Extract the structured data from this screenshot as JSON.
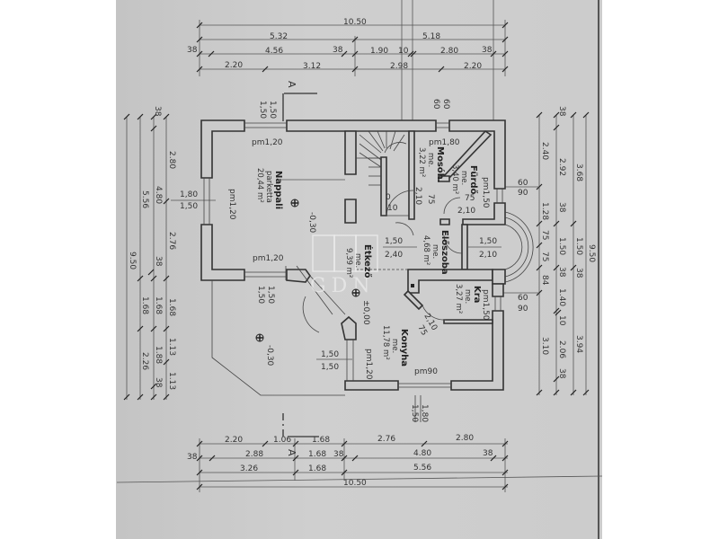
{
  "plan": {
    "section_marker": "A",
    "top_dimensions": {
      "overall": "10.50",
      "row2": [
        "5.32",
        "5.18"
      ],
      "row3": [
        "38",
        "4.56",
        "38",
        "1.90",
        "10",
        "2.80",
        "38"
      ],
      "row4": [
        "2.20",
        "3.12",
        "2.98",
        "2.20"
      ]
    },
    "bottom_dimensions": {
      "row1": [
        "2.20",
        "1.06",
        "1.68",
        "2.76",
        "2.80"
      ],
      "row2": [
        "38",
        "2.88",
        "1.68",
        "38",
        "4.80",
        "38"
      ],
      "row3": [
        "3.26",
        "1.68",
        "5.56"
      ],
      "overall": "10.50"
    },
    "left_dimensions": {
      "overall": "9.50",
      "col2": [
        "5.56",
        "1.68",
        "2.26"
      ],
      "col3": [
        "38",
        "4.80",
        "38",
        "1.68",
        "1.88",
        "38"
      ],
      "col4": [
        "2.80",
        "2.76",
        "1.68",
        "1.13",
        "1.13"
      ]
    },
    "right_dimensions": {
      "overall": "9.50",
      "col_outer": [
        "3.68",
        "1.50",
        "38",
        "3.94"
      ],
      "col_mid": [
        "38",
        "2.92",
        "38",
        "1.50",
        "38",
        "1.40",
        "10",
        "2.06",
        "38"
      ],
      "col_inner": [
        "2.40",
        "1.28",
        "75",
        "75",
        "84",
        "3.10"
      ]
    },
    "window_labels": {
      "top_left": [
        "1,50",
        "1,50"
      ],
      "top_right": [
        "60",
        "60"
      ],
      "left": [
        "1,80",
        "1,50"
      ],
      "right_upper": [
        "60",
        "90"
      ],
      "right_lower": [
        "60",
        "90"
      ],
      "bottom_left": [
        "1,50",
        "1,50"
      ],
      "bottom_center": [
        "1,80",
        "1,50"
      ],
      "etkezo_door": [
        "1,50",
        "2,40"
      ],
      "eloszoba_door": [
        "1,50",
        "2,10"
      ],
      "konyha_window": [
        "1,50",
        "1,50"
      ],
      "stair_door": [
        "0",
        "10"
      ]
    },
    "rooms": [
      {
        "name": "Nappali",
        "floor": "parketta",
        "area": "20,44 m²",
        "parapets": [
          "pm1,20",
          "pm1,20",
          "pm1,20"
        ]
      },
      {
        "name": "Mosóh.",
        "floor": "me.",
        "area": "3,22 m²",
        "parapet": "pm1,80",
        "door": "2,10"
      },
      {
        "name": "Fürdő",
        "floor": "me.",
        "area": "3,40 m²",
        "parapet": "pm1,50",
        "door": [
          "75",
          "2,10"
        ]
      },
      {
        "name": "Előszoba",
        "floor": "me.",
        "area": "4,68 m²"
      },
      {
        "name": "Étkező",
        "floor": "me.",
        "area": "9,39 m²",
        "level": "±0,00"
      },
      {
        "name": "Kra",
        "floor": "me.",
        "area": "3,27 m²",
        "parapet": "pm1,50"
      },
      {
        "name": "Konyha",
        "floor": "me.",
        "area": "11,78 m²",
        "parapets": [
          "pm1,20",
          "pm90"
        ],
        "door": [
          "2,10",
          "75"
        ]
      }
    ],
    "levels": [
      "-0,30",
      "-0,30",
      "±0,00"
    ],
    "misc_labels": {
      "door_75": "75"
    },
    "watermark": "GDN"
  }
}
